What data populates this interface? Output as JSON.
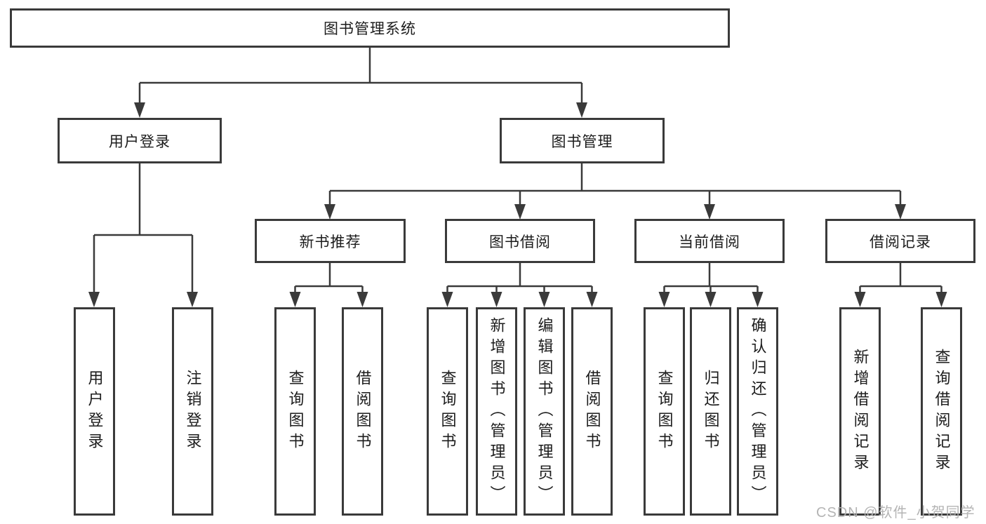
{
  "nodes": {
    "root": "图书管理系统",
    "user_login": "用户登录",
    "book_mgmt": "图书管理",
    "new_book_rec": "新书推荐",
    "book_borrow": "图书借阅",
    "current_borrow": "当前借阅",
    "borrow_records": "借阅记录",
    "leaf_user_login": "用户登录",
    "leaf_logout": "注销登录",
    "leaf_nbr_query_books": "查询图书",
    "leaf_nbr_borrow_books": "借阅图书",
    "leaf_bb_query_books": "查询图书",
    "leaf_bb_add_books": "新增图书（管理员）",
    "leaf_bb_edit_books": "编辑图书（管理员）",
    "leaf_bb_borrow_books": "借阅图书",
    "leaf_cb_query_books": "查询图书",
    "leaf_cb_return_books": "归还图书",
    "leaf_cb_confirm_return": "确认归还（管理员）",
    "leaf_br_add_record": "新增借阅记录",
    "leaf_br_query_record": "查询借阅记录"
  },
  "watermark": "CSDN @软件_小贺同学",
  "colors": {
    "line": "#3a3a3a",
    "text": "#1c1c1c",
    "watermark": "#b0b0b0",
    "background": "#ffffff"
  }
}
